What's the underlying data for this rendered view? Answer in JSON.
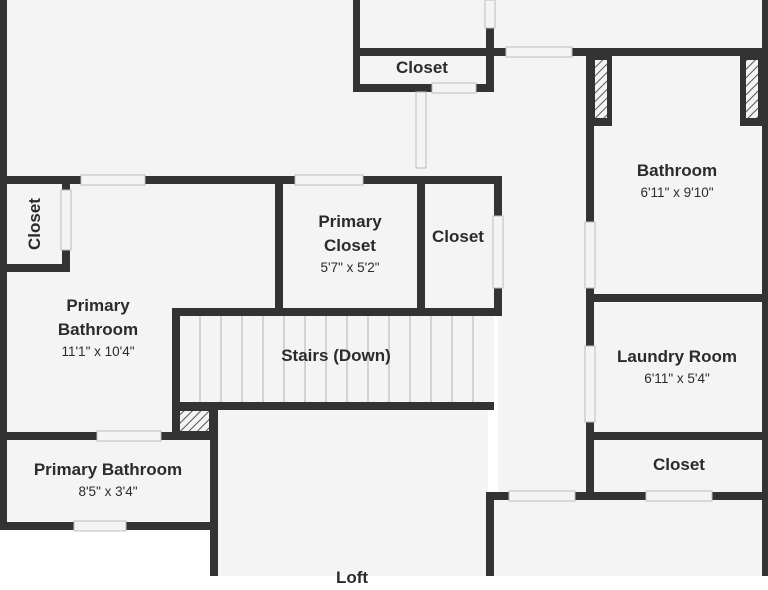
{
  "plan": {
    "rooms": {
      "closet_top": {
        "name": "Closet"
      },
      "closet_left": {
        "name": "Closet"
      },
      "bathroom": {
        "name": "Bathroom",
        "dim": "6'11\" x 9'10\""
      },
      "primary_closet": {
        "name_line1": "Primary",
        "name_line2": "Closet",
        "dim": "5'7\" x 5'2\""
      },
      "closet_mid": {
        "name": "Closet"
      },
      "primary_bathroom": {
        "name_line1": "Primary",
        "name_line2": "Bathroom",
        "dim": "11'1\" x 10'4\""
      },
      "stairs": {
        "name": "Stairs (Down)"
      },
      "laundry": {
        "name": "Laundry Room",
        "dim": "6'11\" x 5'4\""
      },
      "closet_right": {
        "name": "Closet"
      },
      "primary_bathroom_small": {
        "name": "Primary Bathroom",
        "dim": "8'5\" x 3'4\""
      },
      "loft": {
        "name": "Loft"
      }
    },
    "colors": {
      "wall": "#333333",
      "floor": "#f4f4f4",
      "door": "#bdbdbd",
      "text": "#2b2b2b"
    }
  }
}
